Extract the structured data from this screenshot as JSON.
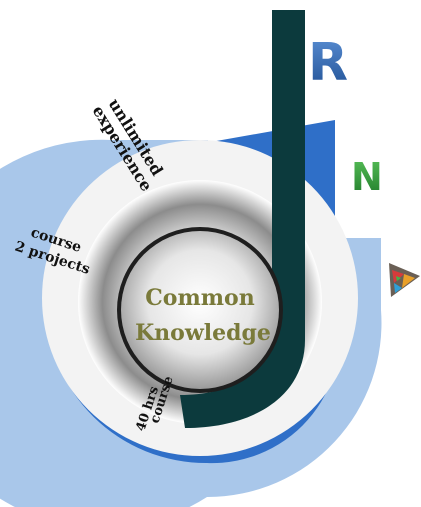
{
  "center": {
    "line1": "Common",
    "line2": "Knowledge"
  },
  "labels": {
    "unlimited_line1": "unlimited",
    "unlimited_line2": "experience",
    "course_line1": "course",
    "course_line2": "2 projects",
    "hrs_line1": "40 hrs",
    "hrs_line2": "course"
  },
  "logos": {
    "r": "R",
    "n": "N"
  },
  "colors": {
    "dark_teal": "#0c3a3d",
    "blue": "#2f6fc8",
    "light_blue": "#a9c7ea",
    "white_ring": "#f4f4f4",
    "center_text": "#7a7a3a",
    "logo_r": "#3b6fb6",
    "logo_n": "#3a9a3a"
  }
}
